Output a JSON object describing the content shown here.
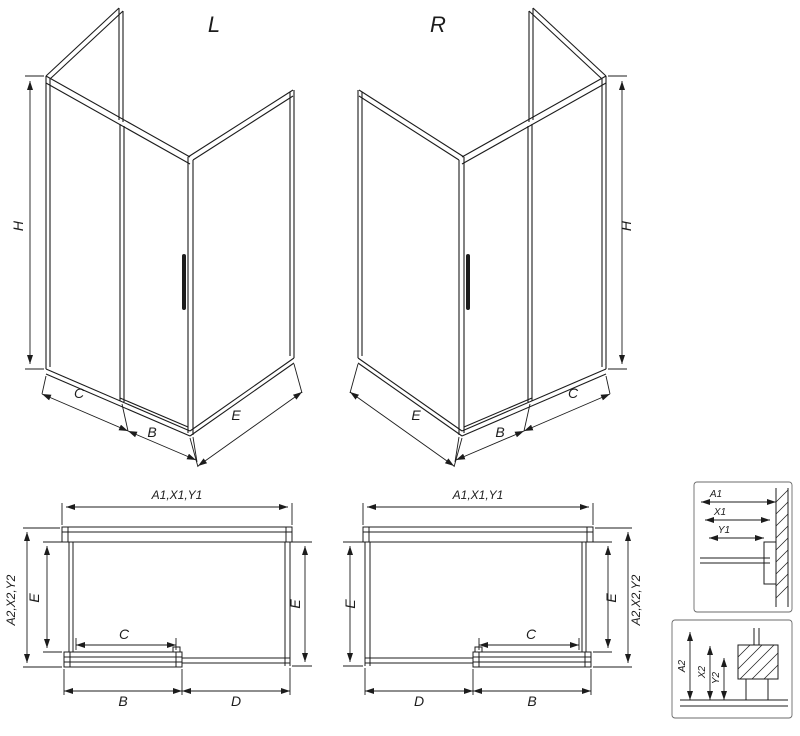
{
  "colors": {
    "line": "#1c1c1c",
    "background": "#ffffff",
    "detail_border": "#6b6b6b"
  },
  "labels": {
    "variant_left": "L",
    "variant_right": "R",
    "height": "H",
    "opening": "C",
    "door": "B",
    "side": "E",
    "fixed": "D",
    "width_group": "A1,X1,Y1",
    "depth_group": "A2,X2,Y2",
    "a1": "A1",
    "x1": "X1",
    "y1": "Y1",
    "a2": "A2",
    "x2": "X2",
    "y2": "Y2"
  }
}
